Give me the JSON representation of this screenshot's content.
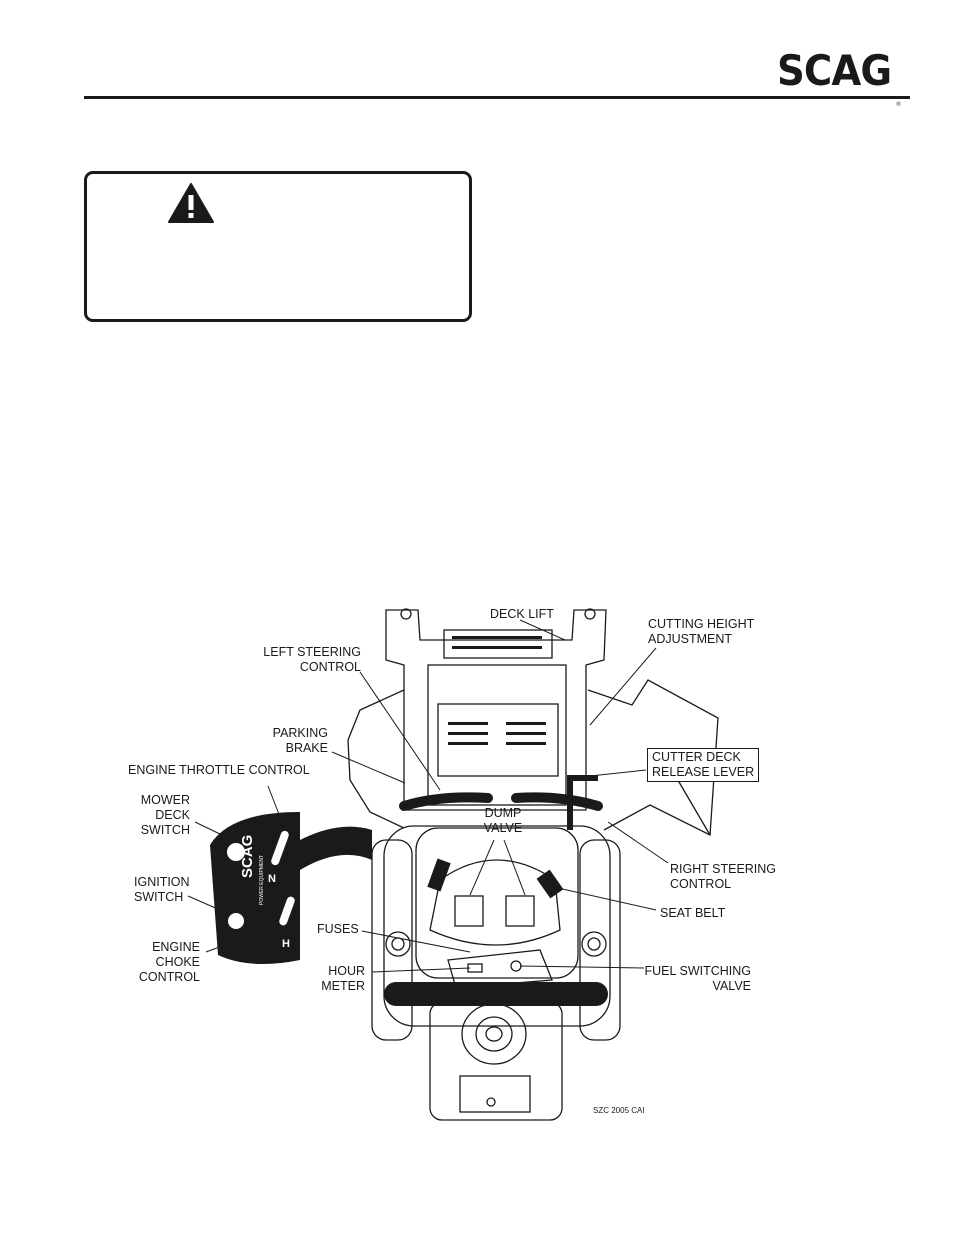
{
  "header": {
    "logo_text": "SCAG",
    "logo_reg": "®"
  },
  "warning": {
    "icon": "warning-triangle-icon"
  },
  "figure": {
    "code": "SZC 2005 CAI",
    "callouts": {
      "deck_lift": "DECK LIFT",
      "cutting_height": "CUTTING HEIGHT\nADJUSTMENT",
      "left_steering": "LEFT STEERING\nCONTROL",
      "parking_brake": "PARKING\nBRAKE",
      "cutter_deck_release": "CUTTER DECK\nRELEASE LEVER",
      "engine_throttle": "ENGINE THROTTLE CONTROL",
      "mower_deck_switch": "MOWER\nDECK\nSWITCH",
      "dump_valve": "DUMP\nVALVE",
      "right_steering": "RIGHT STEERING\nCONTROL",
      "ignition_switch": "IGNITION\nSWITCH",
      "seat_belt": "SEAT BELT",
      "fuses": "FUSES",
      "engine_choke": "ENGINE\nCHOKE\nCONTROL",
      "hour_meter": "HOUR\nMETER",
      "fuel_switching": "FUEL SWITCHING\nVALVE"
    },
    "panel": {
      "brand": "SCAG",
      "sub": "POWER EQUIPMENT",
      "n_mark": "N",
      "h_mark": "H"
    }
  }
}
